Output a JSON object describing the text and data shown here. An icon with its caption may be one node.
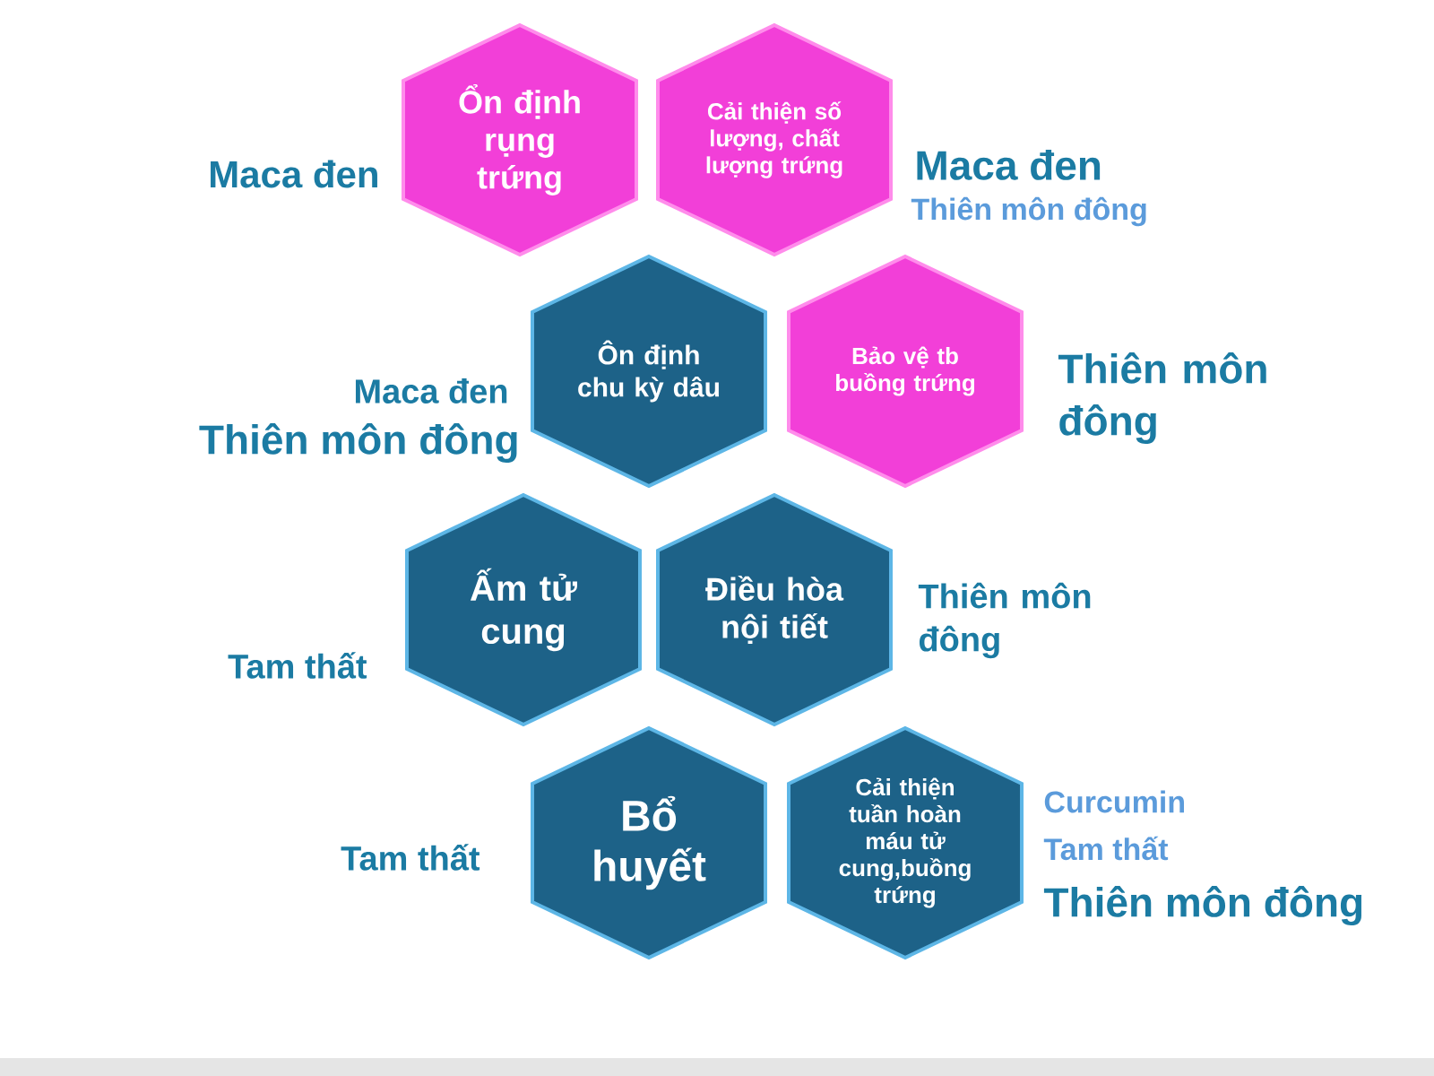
{
  "diagram": {
    "nodes": [
      {
        "text": [
          "Ổn định rụng trứng"
        ],
        "beside": [
          "Maca đen"
        ]
      },
      {
        "text": [
          "Cải thiện số lượng, chất lượng trứng"
        ],
        "beside": [
          "Maca đen",
          "Thiên môn đông"
        ]
      },
      {
        "text": [
          "Ôn định chu kỳ dâu"
        ],
        "beside": [
          "Maca đen",
          "Thiên môn đông"
        ]
      },
      {
        "text": [
          "Bảo vệ tb buồng trứng"
        ],
        "beside": [
          "Thiên môn đông"
        ]
      },
      {
        "text": [
          "Ấm tử cung"
        ],
        "beside": [
          "Tam thất"
        ]
      },
      {
        "text": [
          "Điều hòa nội tiết"
        ],
        "beside": [
          "Thiên môn đông"
        ]
      },
      {
        "text": [
          "Bổ huyết"
        ],
        "beside": [
          "Tam thất"
        ]
      },
      {
        "text": [
          "Cải thiện tuần hoàn máu tử cung,buồng trứng"
        ],
        "beside": [
          "Curcumin",
          "Tam thất",
          "Thiên môn đông"
        ]
      }
    ]
  }
}
